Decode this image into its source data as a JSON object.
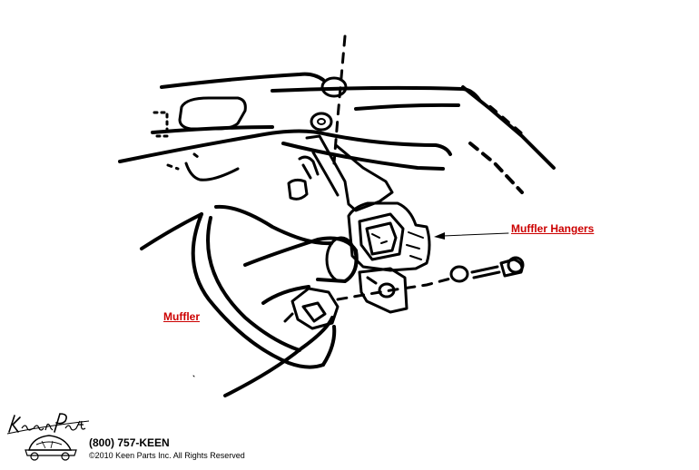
{
  "callouts": {
    "muffler_hangers": "Muffler Hangers",
    "muffler": "Muffler"
  },
  "footer": {
    "logo_text": "Keen Parts",
    "phone": "(800) 757-KEEN",
    "copyright": "©2010 Keen Parts Inc. All Rights Reserved"
  },
  "colors": {
    "callout": "#cc0000",
    "line": "#000000",
    "background": "#ffffff"
  }
}
